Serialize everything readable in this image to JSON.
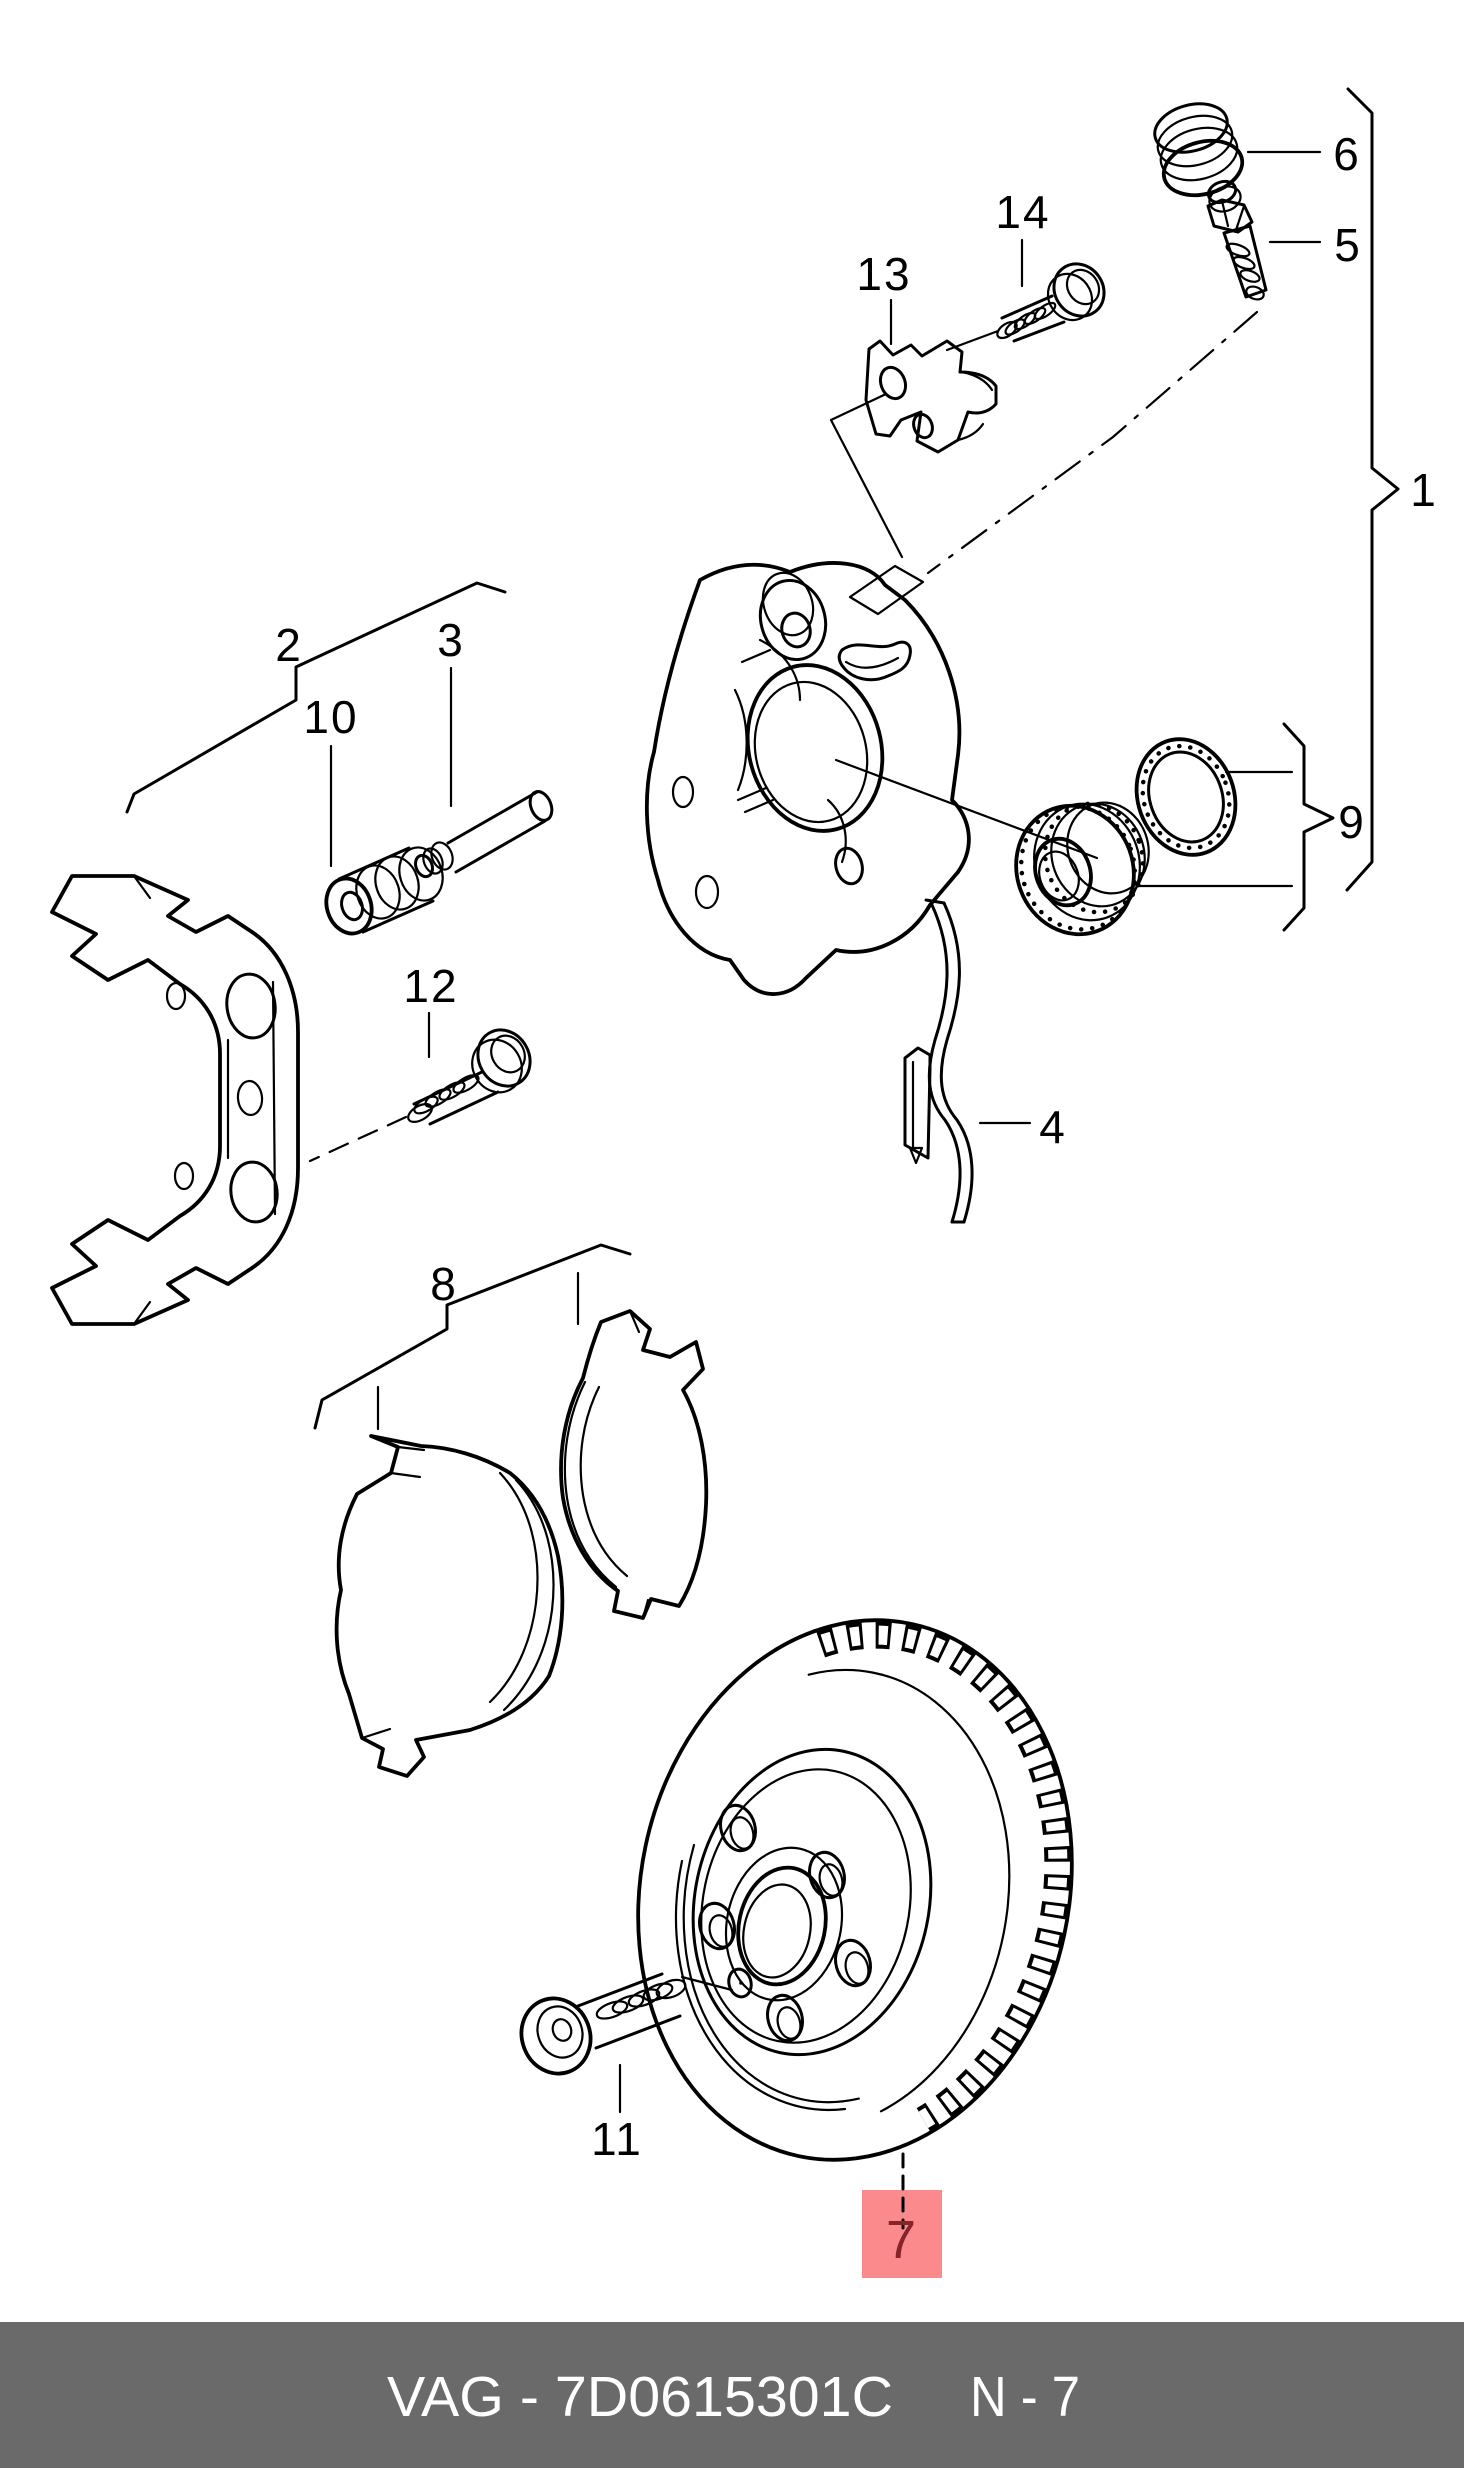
{
  "diagram": {
    "title_hint": "exploded brake assembly line drawing",
    "callouts": {
      "c1": "1",
      "c2": "2",
      "c3": "3",
      "c4": "4",
      "c5": "5",
      "c6": "6",
      "c8": "8",
      "c9": "9",
      "c10": "10",
      "c11": "11",
      "c12": "12",
      "c13": "13",
      "c14": "14"
    },
    "highlighted_callout": {
      "label": "7",
      "highlight_color": "#fa8a8c",
      "label_color": "#87232a"
    },
    "line_color": "#000000",
    "background": "#ffffff"
  },
  "footer": {
    "part_number": "VAG - 7D0615301C",
    "page_ref": "N - 7",
    "bar_color": "#6a6a6a",
    "text_color": "#ffffff"
  }
}
